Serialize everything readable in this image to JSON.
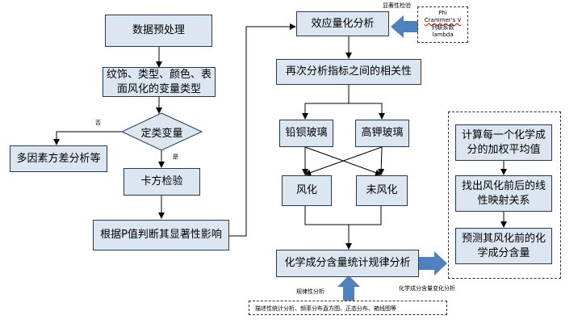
{
  "nodes": {
    "preprocess": "数据预处理",
    "variable_types": "纹饰、类型、颜色、表面风化的变量类型",
    "is_categorical": "定类变量",
    "anova": "多因素方差分析等",
    "chi_square": "卡方检验",
    "p_value": "根据P值判断其显著性影响",
    "effect_size": "效应量化分析",
    "correlation": "再次分析指标之间的相关性",
    "lead_barium": "铅钡玻璃",
    "high_potassium": "高钾玻璃",
    "weathered": "风化",
    "unweathered": "未风化",
    "chemical_stats": "化学成分含量统计规律分析",
    "weighted_average": "计算每一个化学成分的加权平均值",
    "linear_mapping": "找出风化前后的线性映射关系",
    "predict": "预测其风化前的化学成分含量"
  },
  "edge_labels": {
    "no": "否",
    "yes": "是",
    "significance_test": "显著性检验",
    "pattern_analysis": "规律性分析",
    "content_change": "化学成分含量变化分析"
  },
  "notes": {
    "coefficients_line1": "Phi",
    "coefficients_line2": "Crammer's V",
    "coefficients_line3": "列联系数",
    "coefficients_line4": "lambda",
    "methods": "描述性统计分析、频率分布直方图、正态分布、箱线图等"
  },
  "colors": {
    "box_fill": "#dce6f1",
    "box_border": "#1f3b5a",
    "thick_arrow": "#4f81bd"
  }
}
